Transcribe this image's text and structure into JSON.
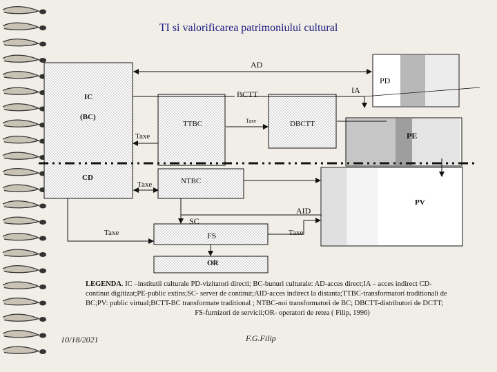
{
  "title": "TI si valorificarea patrimoniului cultural",
  "diagram": {
    "labels": {
      "ad": "AD",
      "pd": "PD",
      "ia": "IA",
      "ic": "IC",
      "bc": "(BC)",
      "bctt": "BCTT",
      "ttbc": "TTBC",
      "taxe_small": "Taxe",
      "dbctt": "DBCTT",
      "taxe_left_top": "Taxe",
      "pe": "PE",
      "cd": "CD",
      "taxe_left_mid": "Taxe",
      "ntbc": "NTBC",
      "pv": "PV",
      "aid": "AID",
      "sc": "SC",
      "taxe_bottom_left": "Taxe",
      "fs": "FS",
      "taxe_bottom_right": "Taxe",
      "or": "OR"
    }
  },
  "legend": {
    "heading": "LEGENDA",
    "line1": ". IC –institutii culturale PD-vizitatori directi; BC-bunuri culturale: AD-acces direct;IA – acces indirect CD-",
    "line2": "continut digitizat;PE-public extins;SC- server de continut;AID-acces indirect la distanta;TTBC-transformatori traditionali de",
    "line3": "BC;PV: public virtual;BCTT-BC transformate traditional ; NTBC-noi transformatori de BC; DBCTT-distributori de DCTT;",
    "line4": "FS-furnizori de servicii;OR- operatori de retea ( Filip, 1996)"
  },
  "footer": {
    "date": "10/18/2021",
    "author": "F.G.Filip"
  }
}
